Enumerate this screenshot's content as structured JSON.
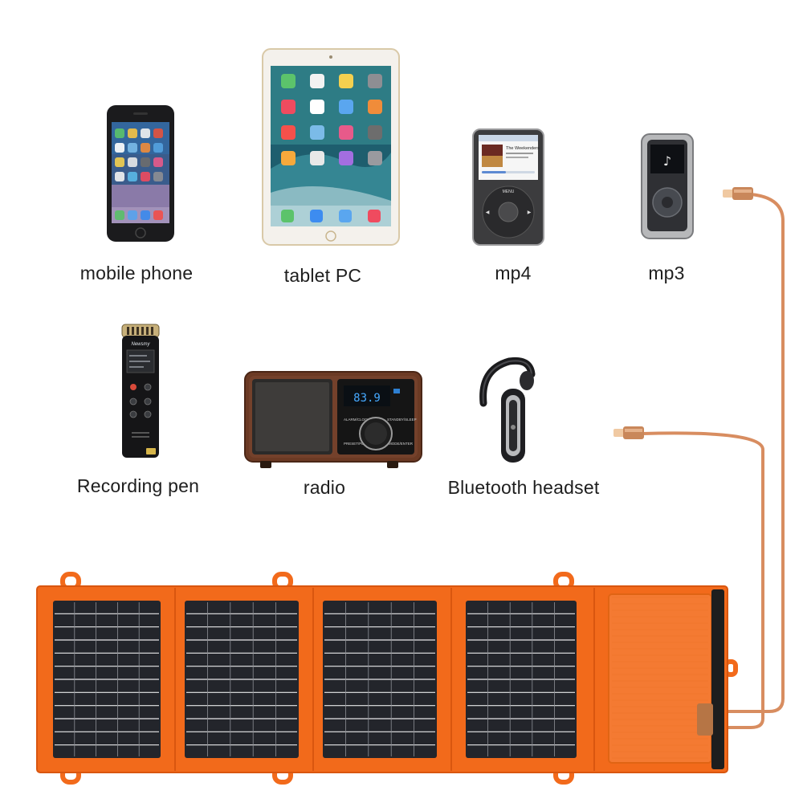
{
  "devices": [
    {
      "id": "mobile-phone",
      "label": "mobile phone"
    },
    {
      "id": "tablet-pc",
      "label": "tablet PC"
    },
    {
      "id": "mp4",
      "label": "mp4"
    },
    {
      "id": "mp3",
      "label": "mp3"
    },
    {
      "id": "recording-pen",
      "label": "Recording pen"
    },
    {
      "id": "radio",
      "label": "radio"
    },
    {
      "id": "bluetooth-headset",
      "label": "Bluetooth headset"
    }
  ],
  "device_screens": {
    "radio_display": "83.9",
    "mp4_header": "The Weekenders",
    "mp4_button": "MENU",
    "pen_brand": "Newsmy",
    "radio_buttons": [
      "ALARM/CLOCK",
      "STANDBY/SLEEP",
      "PRESET/PLAY",
      "MODE/ENTER"
    ]
  },
  "colors": {
    "panel_orange": "#f26a1b",
    "cell_dark": "#23252b",
    "cable_copper": "#d88d60",
    "radio_wood": "#6b3a24"
  },
  "icons": [
    "app-grid-icon",
    "play-icon",
    "wheel-icon"
  ]
}
